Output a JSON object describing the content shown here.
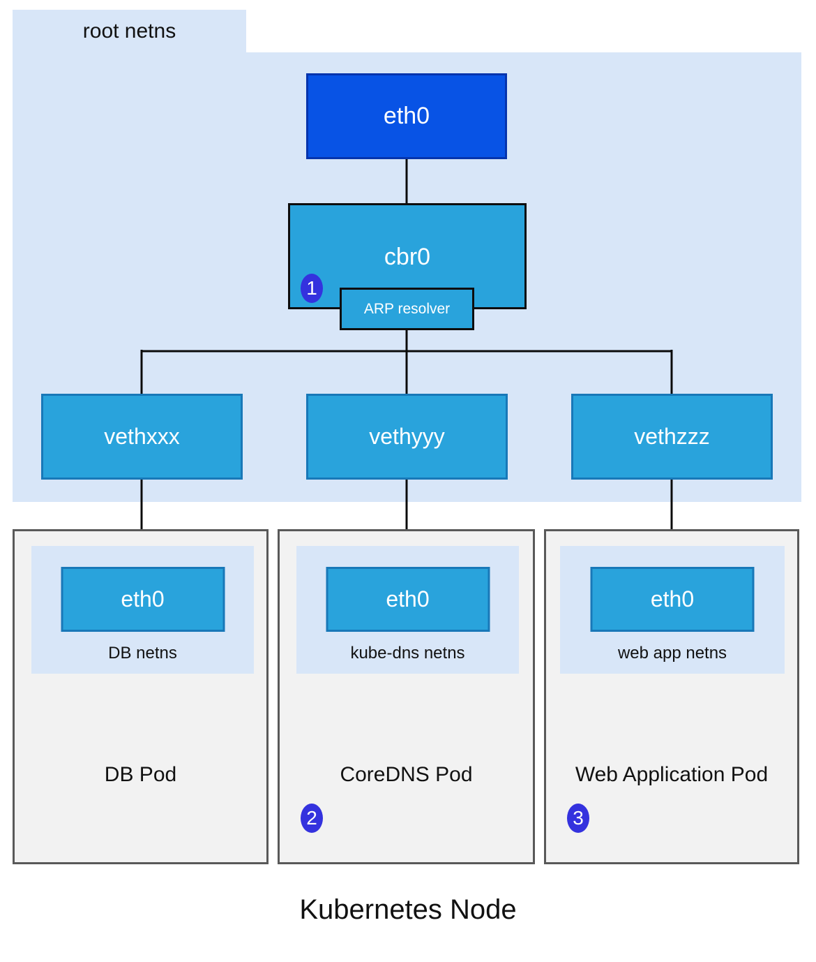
{
  "colors": {
    "canvas_bg": "#ffffff",
    "netns_bg": "#d8e6f8",
    "node_eth0_fill": "#0853e5",
    "node_eth0_border": "#0634ad",
    "bridge_fill": "#29a3dc",
    "bridge_border": "#0d0d0d",
    "veth_fill": "#29a3dc",
    "veth_border": "#1878b8",
    "pod_bg": "#f2f2f2",
    "pod_border": "#595959",
    "badge_bg": "#3432de",
    "line": "#0b0b0b",
    "text_dark": "#111111",
    "text_light": "#ffffff"
  },
  "root_netns": {
    "label": "root netns",
    "eth0_label": "eth0",
    "cbr0_label": "cbr0",
    "arp_resolver_label": "ARP resolver",
    "veth_labels": [
      "vethxxx",
      "vethyyy",
      "vethzzz"
    ],
    "badge": "1"
  },
  "pods": [
    {
      "eth0_label": "eth0",
      "netns_label": "DB netns",
      "pod_label": "DB Pod"
    },
    {
      "eth0_label": "eth0",
      "netns_label": "kube-dns netns",
      "pod_label": "CoreDNS Pod",
      "badge": "2"
    },
    {
      "eth0_label": "eth0",
      "netns_label": "web app netns",
      "pod_label": "Web Application Pod",
      "badge": "3"
    }
  ],
  "footer": {
    "title": "Kubernetes Node"
  }
}
